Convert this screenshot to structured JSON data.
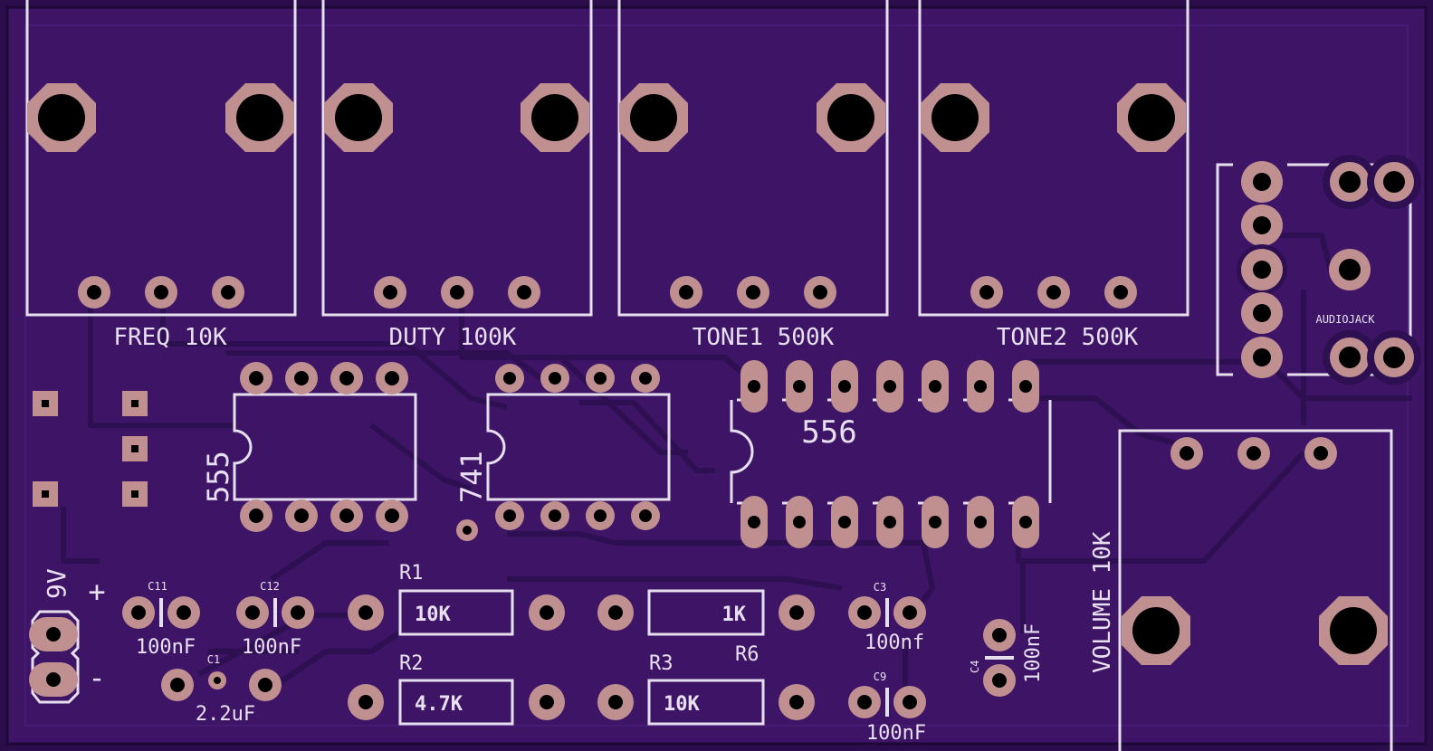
{
  "colors": {
    "board": "#3d1466",
    "board_edge": "#2a0d4a",
    "trace": "#35115c",
    "pad": "#c09090",
    "silk": "#e6e0ee",
    "hole": "#000000"
  },
  "pots": {
    "freq": "FREQ 10K",
    "duty": "DUTY 100K",
    "tone1": "TONE1 500K",
    "tone2": "TONE2 500K",
    "volume": "VOLUME 10K"
  },
  "ics": {
    "u555": "555",
    "u741": "741",
    "u556": "556"
  },
  "jack": {
    "label": "AUDIOJACK"
  },
  "power": {
    "label": "9V",
    "plus": "+",
    "minus": "-"
  },
  "resistors": {
    "r1": {
      "ref": "R1",
      "value": "10K"
    },
    "r2": {
      "ref": "R2",
      "value": "4.7K"
    },
    "r3": {
      "ref": "R3",
      "value": "10K"
    },
    "r6": {
      "ref": "R6",
      "value": "1K"
    }
  },
  "caps": {
    "c11": {
      "ref": "C11",
      "value": "100nF"
    },
    "c12": {
      "ref": "C12",
      "value": "100nF"
    },
    "c1": {
      "ref": "C1",
      "value": "2.2uF"
    },
    "c3": {
      "ref": "C3",
      "value": "100nf"
    },
    "c9": {
      "ref": "C9",
      "value": "100nF"
    },
    "c4": {
      "ref": "C4",
      "value": "100nF"
    }
  }
}
